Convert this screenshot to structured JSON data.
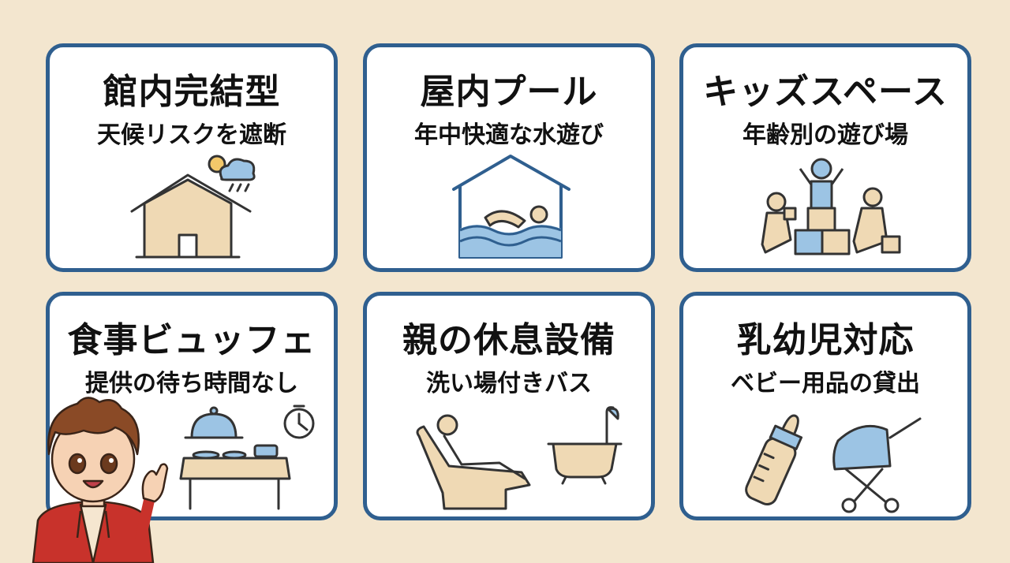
{
  "cards": [
    {
      "title": "館内完結型",
      "subtitle": "天候リスクを遮断",
      "icon": "house-weather-icon"
    },
    {
      "title": "屋内プール",
      "subtitle": "年中快適な水遊び",
      "icon": "indoor-pool-swimmer-icon"
    },
    {
      "title": "キッズスペース",
      "subtitle": "年齢別の遊び場",
      "icon": "kids-playing-blocks-icon"
    },
    {
      "title": "食事ビュッフェ",
      "subtitle": "提供の待ち時間なし",
      "icon": "buffet-table-clock-icon"
    },
    {
      "title": "親の休息設備",
      "subtitle": "洗い場付きバス",
      "icon": "recliner-bathtub-icon"
    },
    {
      "title": "乳幼児対応",
      "subtitle": "ベビー用品の貸出",
      "icon": "baby-bottle-stroller-icon"
    }
  ],
  "colors": {
    "background": "#f3e6cf",
    "card_border": "#2f5f8f",
    "icon_blue": "#9cc4e4",
    "icon_beige": "#efd9b4",
    "character_hoodie": "#c8322b"
  }
}
